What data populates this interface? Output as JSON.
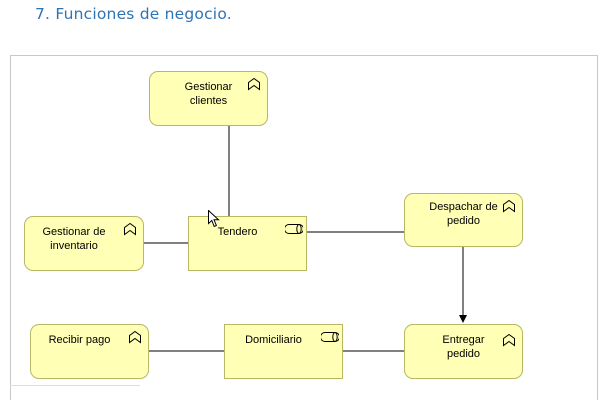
{
  "heading": "7. Funciones de negocio.",
  "diagram": {
    "nodes": {
      "gestionar_clientes": {
        "label": "Gestionar\nclientes",
        "kind": "business-function",
        "icon": "function-chevron-icon"
      },
      "gestionar_inventario": {
        "label": "Gestionar de\ninventario",
        "kind": "business-function",
        "icon": "function-chevron-icon"
      },
      "tendero": {
        "label": "Tendero",
        "kind": "business-role",
        "icon": "role-icon"
      },
      "despachar_pedido": {
        "label": "Despachar de\npedido",
        "kind": "business-function",
        "icon": "function-chevron-icon"
      },
      "recibir_pago": {
        "label": "Recibir pago",
        "kind": "business-function",
        "icon": "function-chevron-icon"
      },
      "domiciliario": {
        "label": "Domiciliario",
        "kind": "business-role",
        "icon": "role-icon"
      },
      "entregar_pedido": {
        "label": "Entregar\npedido",
        "kind": "business-function",
        "icon": "function-chevron-icon"
      }
    },
    "connections": [
      {
        "from": "Gestionar clientes",
        "to": "Tendero",
        "type": "association"
      },
      {
        "from": "Gestionar de inventario",
        "to": "Tendero",
        "type": "association"
      },
      {
        "from": "Tendero",
        "to": "Despachar de pedido",
        "type": "association"
      },
      {
        "from": "Despachar de pedido",
        "to": "Entregar pedido",
        "type": "triggering"
      },
      {
        "from": "Recibir pago",
        "to": "Domiciliario",
        "type": "association"
      },
      {
        "from": "Domiciliario",
        "to": "Entregar pedido",
        "type": "association"
      }
    ],
    "colors": {
      "fill": "#ffffb5",
      "border": "#b9b765",
      "line": "#000000",
      "heading": "#2e74b5"
    }
  }
}
